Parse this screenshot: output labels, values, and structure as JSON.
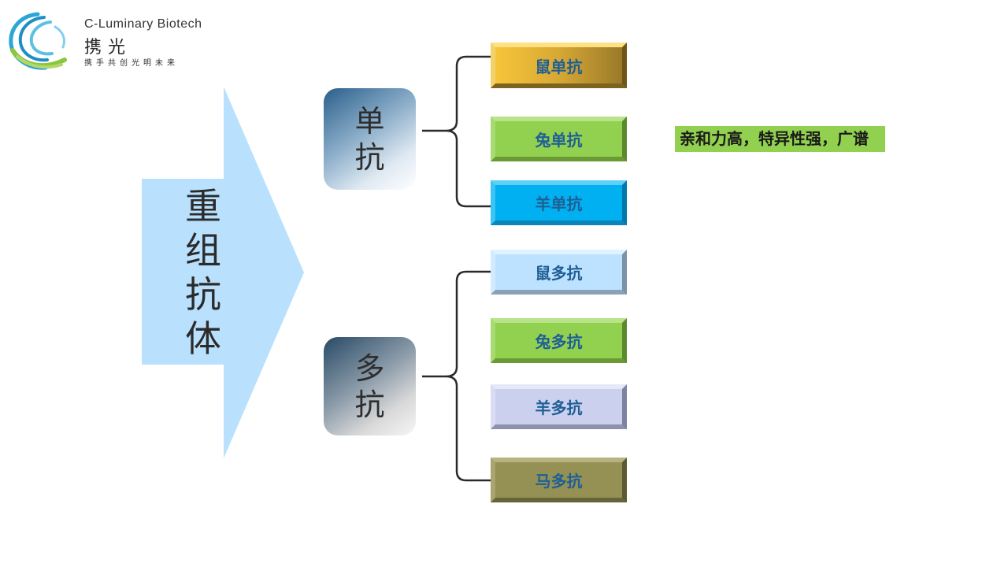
{
  "logo": {
    "name_en": "C-Luminary Biotech",
    "name_cn": "携光",
    "slogan": "携手共创光明未来"
  },
  "main": {
    "title": "重组抗体"
  },
  "categories": [
    {
      "label": "单抗",
      "items": [
        "鼠单抗",
        "兔单抗",
        "羊单抗"
      ]
    },
    {
      "label": "多抗",
      "items": [
        "鼠多抗",
        "兔多抗",
        "羊多抗",
        "马多抗"
      ]
    }
  ],
  "note": {
    "text": "亲和力高，特异性强，广谱"
  },
  "colors": {
    "arrow": "#b9e1fd",
    "item_text": "#1f5f95",
    "note_bg": "#92d050",
    "rabbit_green": "#92d050",
    "goat_blue": "#00b0f0",
    "horse_olive": "#959155"
  }
}
